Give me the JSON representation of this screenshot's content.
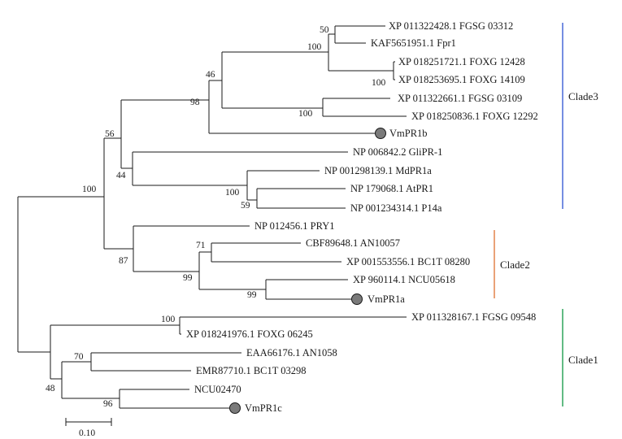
{
  "tree": {
    "taxa": [
      "XP 011322428.1 FGSG 03312",
      "KAF5651951.1 Fpr1",
      "XP 018251721.1 FOXG 12428",
      "XP 018253695.1 FOXG 14109",
      "XP 011322661.1 FGSG 03109",
      "XP 018250836.1 FOXG 12292",
      "VmPR1b",
      "NP 006842.2 GliPR-1",
      "NP 001298139.1 MdPR1a",
      "NP 179068.1 AtPR1",
      "NP 001234314.1 P14a",
      "NP 012456.1 PRY1",
      "CBF89648.1 AN10057",
      "XP 001553556.1 BC1T 08280",
      "XP 960114.1 NCU05618",
      "VmPR1a",
      "XP 011328167.1 FGSG 09548",
      "XP 018241976.1 FOXG 06245",
      "EAA66176.1 AN1058",
      "EMR87710.1 BC1T 03298",
      "NCU02470",
      "VmPR1c"
    ],
    "bootstrap": [
      "50",
      "100",
      "100",
      "46",
      "100",
      "98",
      "56",
      "44",
      "100",
      "59",
      "100",
      "87",
      "71",
      "99",
      "99",
      "100",
      "70",
      "48",
      "96"
    ],
    "clades": [
      "Clade3",
      "Clade2",
      "Clade1"
    ],
    "clade_colors": {
      "Clade3": "#3b5fd6",
      "Clade2": "#e07a3e",
      "Clade1": "#1f9e4f"
    },
    "highlighted_taxa_color": "#7a7a7a",
    "scale_bar_label": "0.10"
  }
}
